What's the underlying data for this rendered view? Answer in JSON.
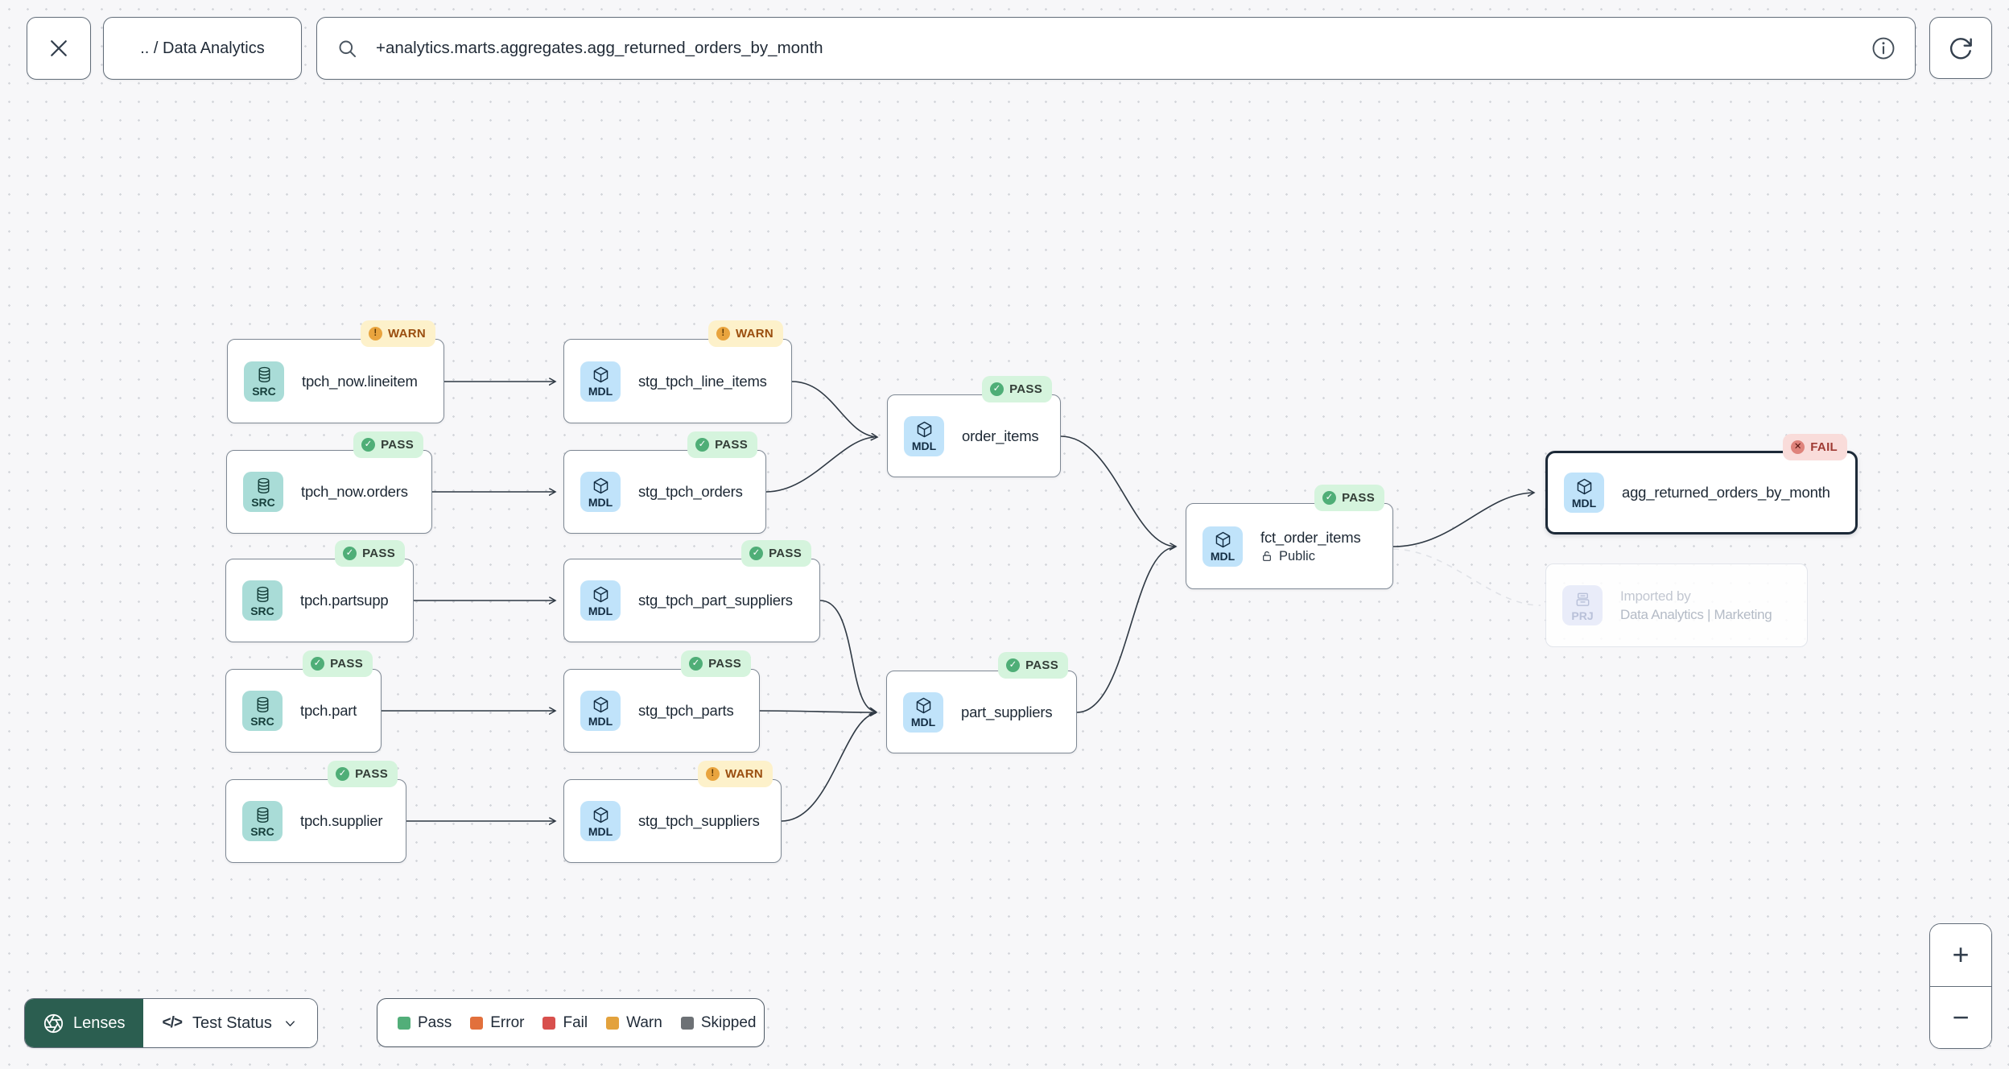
{
  "topbar": {
    "breadcrumb": ".. / Data Analytics",
    "search_value": "+analytics.marts.aggregates.agg_returned_orders_by_month"
  },
  "nodes": {
    "lineitem": {
      "label": "tpch_now.lineitem",
      "type": "SRC",
      "status": "WARN"
    },
    "orders": {
      "label": "tpch_now.orders",
      "type": "SRC",
      "status": "PASS"
    },
    "partsupp": {
      "label": "tpch.partsupp",
      "type": "SRC",
      "status": "PASS"
    },
    "part": {
      "label": "tpch.part",
      "type": "SRC",
      "status": "PASS"
    },
    "supplier": {
      "label": "tpch.supplier",
      "type": "SRC",
      "status": "PASS"
    },
    "stg_line_items": {
      "label": "stg_tpch_line_items",
      "type": "MDL",
      "status": "WARN"
    },
    "stg_orders": {
      "label": "stg_tpch_orders",
      "type": "MDL",
      "status": "PASS"
    },
    "stg_part_suppliers": {
      "label": "stg_tpch_part_suppliers",
      "type": "MDL",
      "status": "PASS"
    },
    "stg_parts": {
      "label": "stg_tpch_parts",
      "type": "MDL",
      "status": "PASS"
    },
    "stg_suppliers": {
      "label": "stg_tpch_suppliers",
      "type": "MDL",
      "status": "WARN"
    },
    "order_items": {
      "label": "order_items",
      "type": "MDL",
      "status": "PASS"
    },
    "part_suppliers": {
      "label": "part_suppliers",
      "type": "MDL",
      "status": "PASS"
    },
    "fct_order_items": {
      "label": "fct_order_items",
      "type": "MDL",
      "status": "PASS",
      "visibility": "Public"
    },
    "agg": {
      "label": "agg_returned_orders_by_month",
      "type": "MDL",
      "status": "FAIL"
    },
    "imported": {
      "type": "PRJ",
      "title": "Imported by",
      "subtitle": "Data Analytics | Marketing"
    }
  },
  "badge_icons": {
    "check": "✓",
    "exclaim": "!",
    "cross": "✕"
  },
  "footer": {
    "lenses_label": "Lenses",
    "lens_selected": "Test Status",
    "code_glyph": "</>",
    "legend": [
      {
        "label": "Pass",
        "color": "#52ae79"
      },
      {
        "label": "Error",
        "color": "#e2703c"
      },
      {
        "label": "Fail",
        "color": "#d8504d"
      },
      {
        "label": "Warn",
        "color": "#e3a23d"
      },
      {
        "label": "Skipped",
        "color": "#6d7175"
      }
    ]
  },
  "zoom_controls": {
    "zoom_in": "+",
    "zoom_out": "−"
  },
  "colors": {
    "lenses_bg": "#2b5e50",
    "badge_pass_bg": "#d5f4dd",
    "badge_warn_bg": "#fdf1ca",
    "badge_fail_bg": "#f9dcda",
    "src_chip_bg": "#a9dcd7",
    "mdl_chip_bg": "#c0e3fa",
    "selected_border": "#1d2a38"
  }
}
